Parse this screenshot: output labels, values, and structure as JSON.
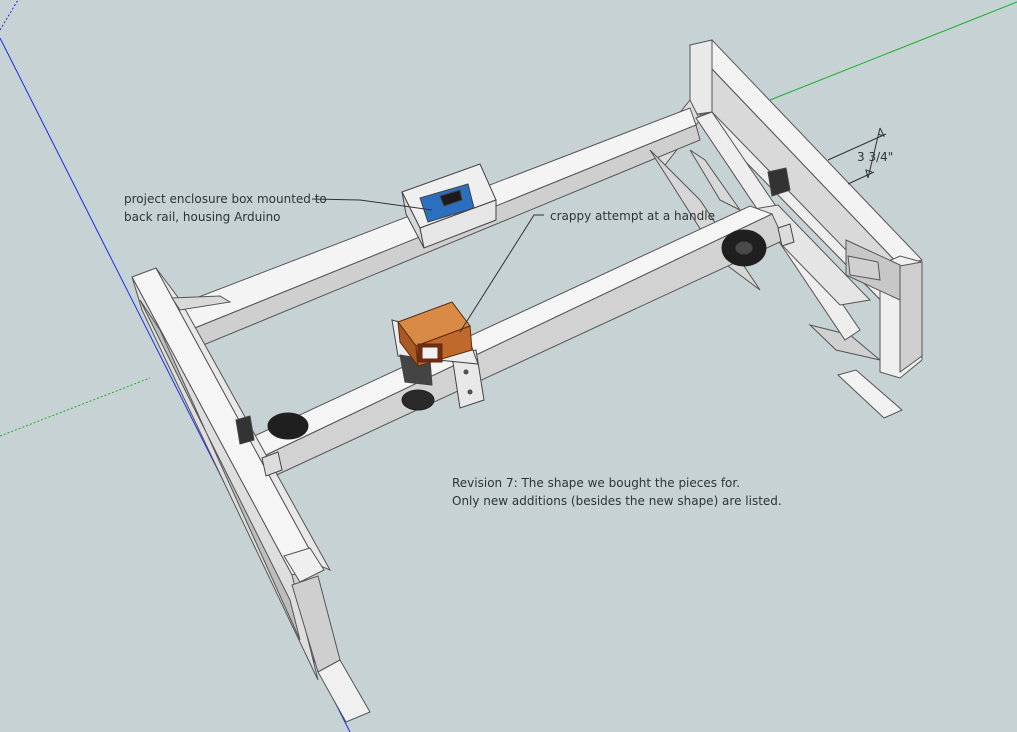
{
  "annotations": {
    "enclosure": {
      "line1": "project enclosure box mounted to",
      "line2": "back rail, housing Arduino"
    },
    "handle": "crappy attempt at a handle",
    "dimension": "3 3/4\"",
    "revision": {
      "line1": "Revision 7: The shape we bought the pieces for.",
      "line2": "Only new additions (besides the new shape) are listed."
    }
  },
  "colors": {
    "background": "#c6d2d3",
    "axis_blue": "#1a2ee6",
    "axis_green": "#19b12a",
    "axis_red_dotted": "#c0453f",
    "frame_face": "#f2f2f2",
    "frame_shade": "#c9c9c9",
    "wood_box": "#c8702f",
    "arduino_blue": "#2a6fc0",
    "wheel": "#1f1f1f"
  }
}
